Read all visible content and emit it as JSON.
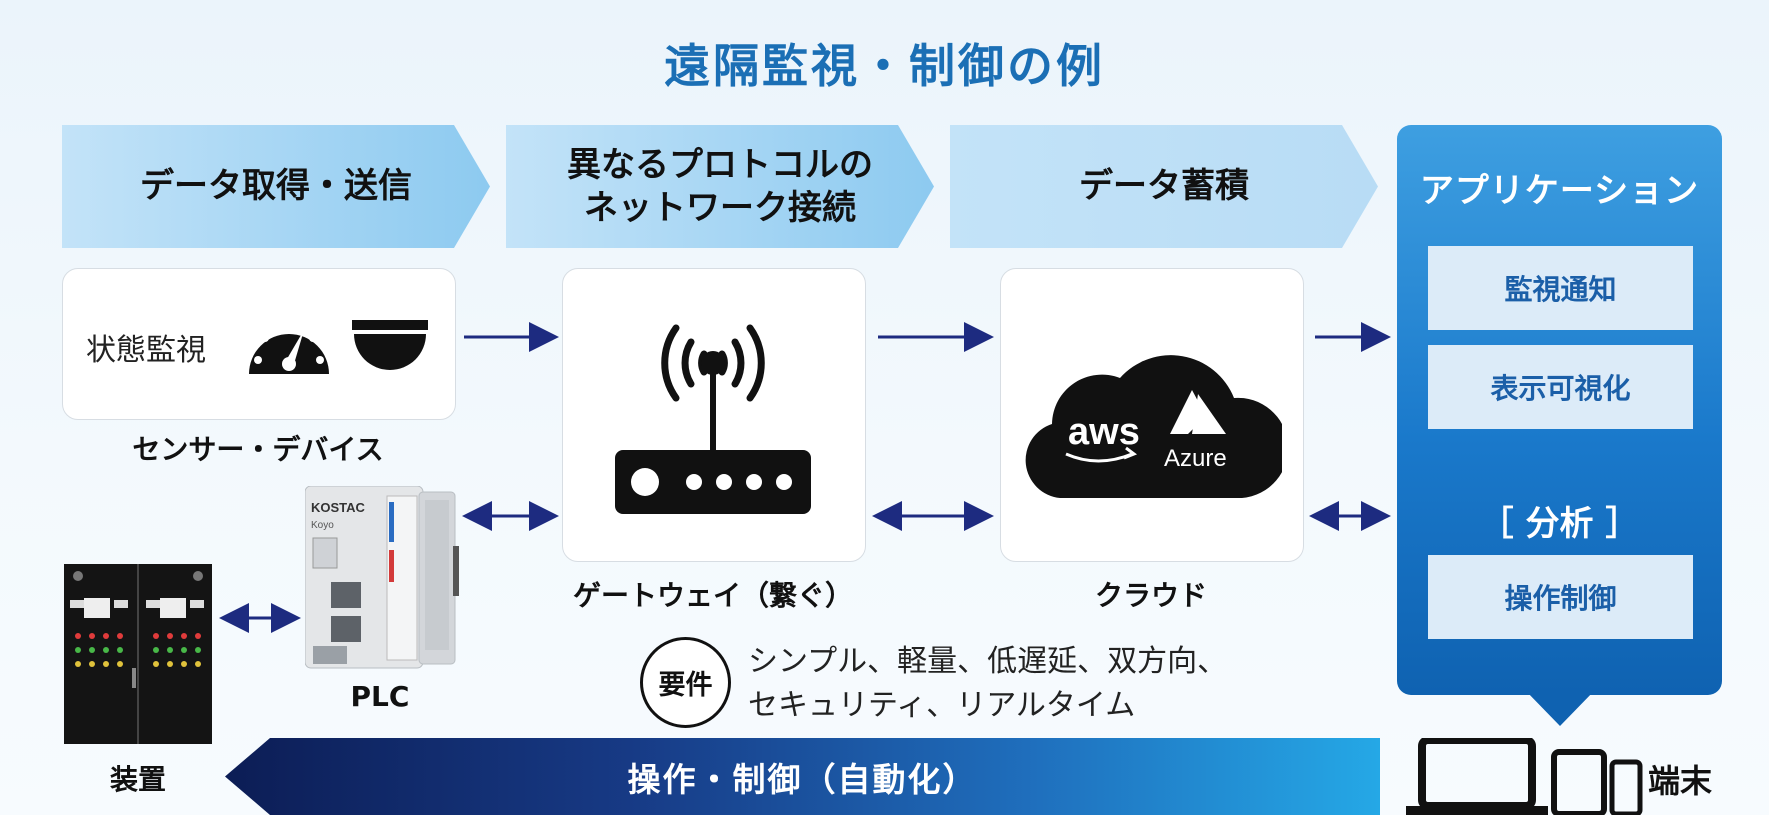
{
  "title": "遠隔監視・制御の例",
  "stages": [
    {
      "label_lines": [
        "データ取得・送信"
      ]
    },
    {
      "label_lines": [
        "異なるプロトコルの",
        "ネットワーク接続"
      ]
    },
    {
      "label_lines": [
        "データ蓄積"
      ]
    }
  ],
  "sensor": {
    "status_text": "状態監視",
    "caption": "センサー・デバイス",
    "icons": [
      "gauge-icon",
      "dome-camera-icon"
    ]
  },
  "gateway": {
    "caption": "ゲートウェイ（繋ぐ）",
    "icon": "router-icon"
  },
  "cloud": {
    "caption": "クラウド",
    "icon": "cloud-icon",
    "logos": [
      "aws",
      "Azure"
    ]
  },
  "plc": {
    "caption": "PLC",
    "brand": "KOSTAC",
    "sub_brand": "Koyo"
  },
  "equipment": {
    "caption": "装置"
  },
  "application": {
    "title": "アプリケーション",
    "items": [
      "監視通知",
      "表示可視化",
      "操作制御"
    ],
    "analysis": "［ 分析 ］"
  },
  "requirements": {
    "badge": "要件",
    "lines": [
      "シンプル、軽量、低遅延、双方向、",
      "セキュリティ、リアルタイム"
    ]
  },
  "control_bar": "操作・制御（自動化）",
  "terminal": {
    "label": "端末",
    "icons": [
      "laptop-icon",
      "tablet-icon",
      "phone-icon"
    ]
  },
  "colors": {
    "title": "#1b6fb5",
    "arrow": "#1d2b80",
    "app_panel": "#1a79cb",
    "bottom_bar_start": "#0c1d55",
    "bottom_bar_end": "#25a8e6"
  }
}
